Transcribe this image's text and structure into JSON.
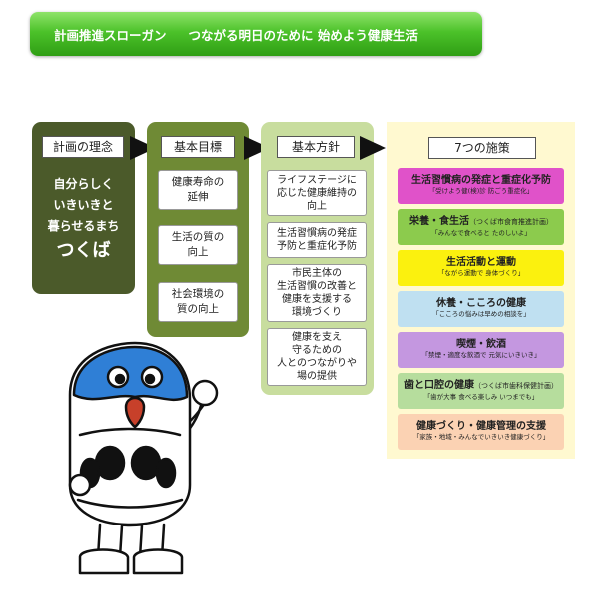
{
  "banner": {
    "label": "計画推進スローガン",
    "slogan": "つながる明日のために 始めよう健康生活"
  },
  "philosophy": {
    "heading": "計画の理念",
    "lines": [
      "自分らしく",
      "いきいきと",
      "暮らせるまち",
      "つくば"
    ]
  },
  "goals": {
    "heading": "基本目標",
    "items": [
      {
        "line1": "健康寿命の",
        "line2": "延伸"
      },
      {
        "line1": "生活の質の",
        "line2": "向上"
      },
      {
        "line1": "社会環境の",
        "line2": "質の向上"
      }
    ]
  },
  "policies": {
    "heading": "基本方針",
    "items": [
      {
        "lines": [
          "ライフステージに",
          "応じた健康維持の",
          "向上"
        ]
      },
      {
        "lines": [
          "生活習慣病の発症",
          "予防と重症化予防"
        ]
      },
      {
        "lines": [
          "市民主体の",
          "生活習慣の改善と",
          "健康を支援する",
          "環境づくり"
        ]
      },
      {
        "lines": [
          "健康を支え",
          "守るための",
          "人とのつながりや",
          "場の提供"
        ]
      }
    ]
  },
  "measures": {
    "heading": "7つの施策",
    "items": [
      {
        "title": "生活習慣病の発症と重症化予防",
        "note": "",
        "sub": "「受けよう健(検)診 防ごう重症化」",
        "color": "#e052c9"
      },
      {
        "title": "栄養・食生活",
        "note": "（つくば市食育推進計画）",
        "sub": "「みんなで食べると たのしいよ」",
        "color": "#8ccb4d"
      },
      {
        "title": "生活活動と運動",
        "note": "",
        "sub": "「ながら運動で 身体づくり」",
        "color": "#fbf10e"
      },
      {
        "title": "休養・こころの健康",
        "note": "",
        "sub": "「こころの悩みは早めの相談を」",
        "color": "#bfe0f1"
      },
      {
        "title": "喫煙・飲酒",
        "note": "",
        "sub": "「禁煙・適度な飲酒で 元気にいきいき」",
        "color": "#c497e0"
      },
      {
        "title": "歯と口腔の健康",
        "note": "（つくば市歯科保健計画）",
        "sub": "「歯が大事 食べる楽しみ いつまでも」",
        "color": "#b6dd9d"
      },
      {
        "title": "健康づくり・健康管理の支援",
        "note": "",
        "sub": "「家族・地域・みんなでいきいき健康づくり」",
        "color": "#fbd2b3"
      }
    ]
  },
  "colors": {
    "philosophy_bg": "#4b5a2a",
    "goals_bg": "#6f8a35",
    "policies_bg": "#c8dd9e",
    "measures_bg": "#fff9d0",
    "banner": "#4cc22a",
    "mascot_cap": "#2f7fd6",
    "mascot_beak": "#c7402a"
  }
}
